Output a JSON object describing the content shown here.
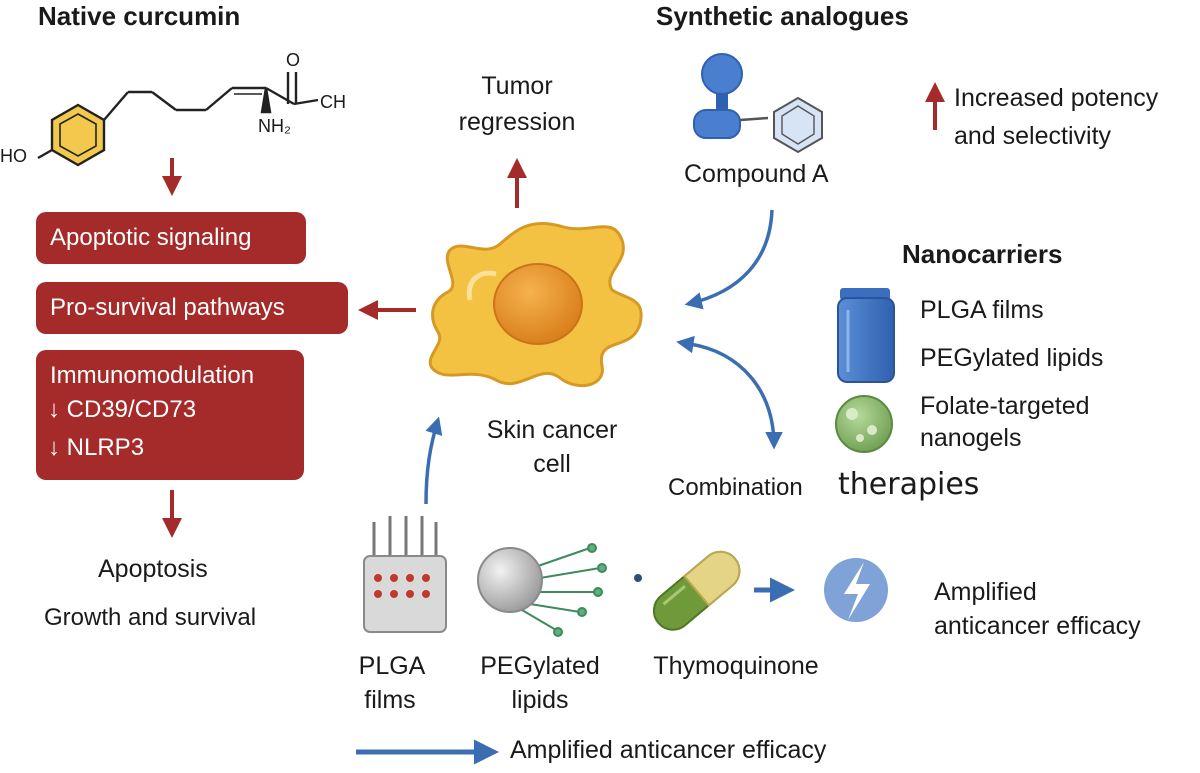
{
  "native": {
    "title": "Native curcumin",
    "molecule": {
      "ho": "HO",
      "o": "O",
      "ch": "CH",
      "nh2": "NH₂"
    },
    "boxes": [
      "Apoptotic signaling",
      "Pro-survival pathways"
    ],
    "immuno": {
      "title": "Immunomodulation",
      "item1": "↓ CD39/CD73",
      "item2": "↓ NLRP3"
    },
    "apoptosis": "Apoptosis",
    "growth": "Growth and survival"
  },
  "synthetic": {
    "title": "Synthetic analogues",
    "compound": "Compound A",
    "potency_line1": "Increased potency",
    "potency_line2": "and selectivity"
  },
  "center": {
    "tumor_line1": "Tumor",
    "tumor_line2": "regression",
    "cell_line1": "Skin cancer",
    "cell_line2": "cell"
  },
  "nanocarriers": {
    "title": "Nanocarriers",
    "item1": "PLGA films",
    "item2": "PEGylated lipids",
    "item3_line1": "Folate-targeted",
    "item3_line2": "nanogels"
  },
  "combination": {
    "word1": "Combination",
    "word2": "therapies"
  },
  "bottom": {
    "plga_line1": "PLGA",
    "plga_line2": "films",
    "peg_line1": "PEGylated",
    "peg_line2": "lipids",
    "thymo": "Thymoquinone",
    "amplified_line1": "Amplified",
    "amplified_line2": "anticancer efficacy",
    "legend": "Amplified anticancer efficacy"
  },
  "colors": {
    "dark_red": "#a52a2a",
    "blue": "#3b6db3",
    "cell": "#f4c242",
    "nucleus": "#e8902a"
  }
}
